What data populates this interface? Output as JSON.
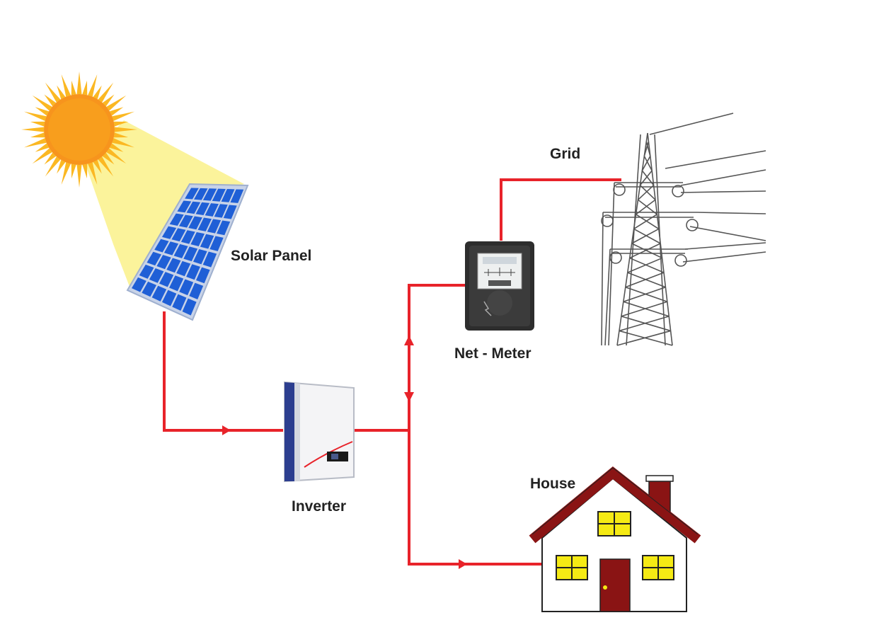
{
  "labels": {
    "solar_panel": "Solar Panel",
    "grid": "Grid",
    "net_meter": "Net - Meter",
    "inverter": "Inverter",
    "house": "House"
  },
  "colors": {
    "wire": "#e8232a",
    "sun_core": "#f7941d",
    "sun_rays": "#fbb823",
    "sun_beam": "#fbf39b",
    "panel_cell": "#1f5fd6",
    "panel_frame": "#d9e2f2",
    "house_roof": "#8a1414",
    "house_window": "#f5ea14",
    "meter_body": "#2d2d2d",
    "tower": "#555555"
  },
  "icons": {
    "sun": "sun-icon",
    "solar_panel": "solar-panel-icon",
    "inverter": "inverter-icon",
    "net_meter": "net-meter-icon",
    "grid": "transmission-tower-icon",
    "house": "house-icon"
  }
}
